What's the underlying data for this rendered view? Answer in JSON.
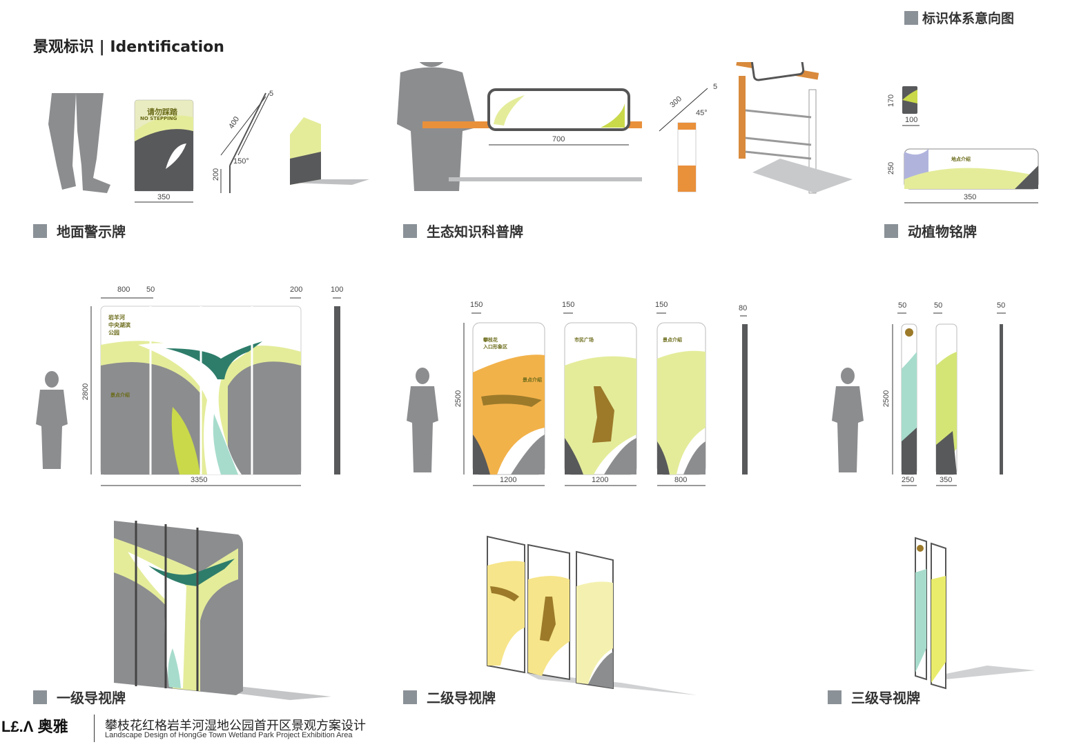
{
  "header": {
    "title": "景观标识 | Identification",
    "tag": "标识体系意向图"
  },
  "sections": {
    "ground_warning": "地面警示牌",
    "eco_science": "生态知识科普牌",
    "plant_animal": "动植物铭牌",
    "guide_level1": "一级导视牌",
    "guide_level2": "二级导视牌",
    "guide_level3": "三级导视牌"
  },
  "ground_sign": {
    "text_cn": "请勿踩踏",
    "text_en": "NO STEPPING",
    "dims": {
      "width": "350",
      "height": "200",
      "length": "400",
      "thick": "5",
      "angle": "150°"
    }
  },
  "eco_sign": {
    "dims": {
      "width": "700",
      "length": "300",
      "thick": "5",
      "angle": "45°"
    }
  },
  "plant_sign": {
    "dims": {
      "small_h": "170",
      "small_w": "100",
      "large_h": "250",
      "large_w": "350"
    },
    "label": "地点介绍"
  },
  "level1": {
    "dims": {
      "panel": "800",
      "gap": "50",
      "edge": "200",
      "thick": "100",
      "height": "2800",
      "total": "3350"
    },
    "label_park": "岩羊河\n中央湖滨\n公园",
    "label_spot": "景点介绍"
  },
  "level2": {
    "dims": {
      "top1": "150",
      "top2": "150",
      "top3": "150",
      "thick": "80",
      "height": "2500",
      "w1": "1200",
      "w2": "1200",
      "w3": "800"
    },
    "panel1_title": "攀枝花\n入口形象区",
    "panel2_title": "市民广场",
    "panel3_title": "景点介绍",
    "spot": "景点介绍"
  },
  "level3": {
    "dims": {
      "top1": "50",
      "top2": "50",
      "top3": "50",
      "height": "2500",
      "w1": "250",
      "w2": "350"
    }
  },
  "footer": {
    "logo": "L£.Λ 奥雅",
    "title_cn": "攀枝花红格岩羊河湿地公园首开区景观方案设计",
    "title_en": "Landscape Design of HongGe Town Wetland Park Project Exhibition Area"
  },
  "colors": {
    "gray_dark": "#58595b",
    "gray_mid": "#8c8d8f",
    "lime": "#e4ec9a",
    "yellow_green": "#c9d94a",
    "orange": "#f2b24a",
    "teal": "#a7dccc",
    "wood": "#d98a3c",
    "brown": "#9c7a2a"
  }
}
